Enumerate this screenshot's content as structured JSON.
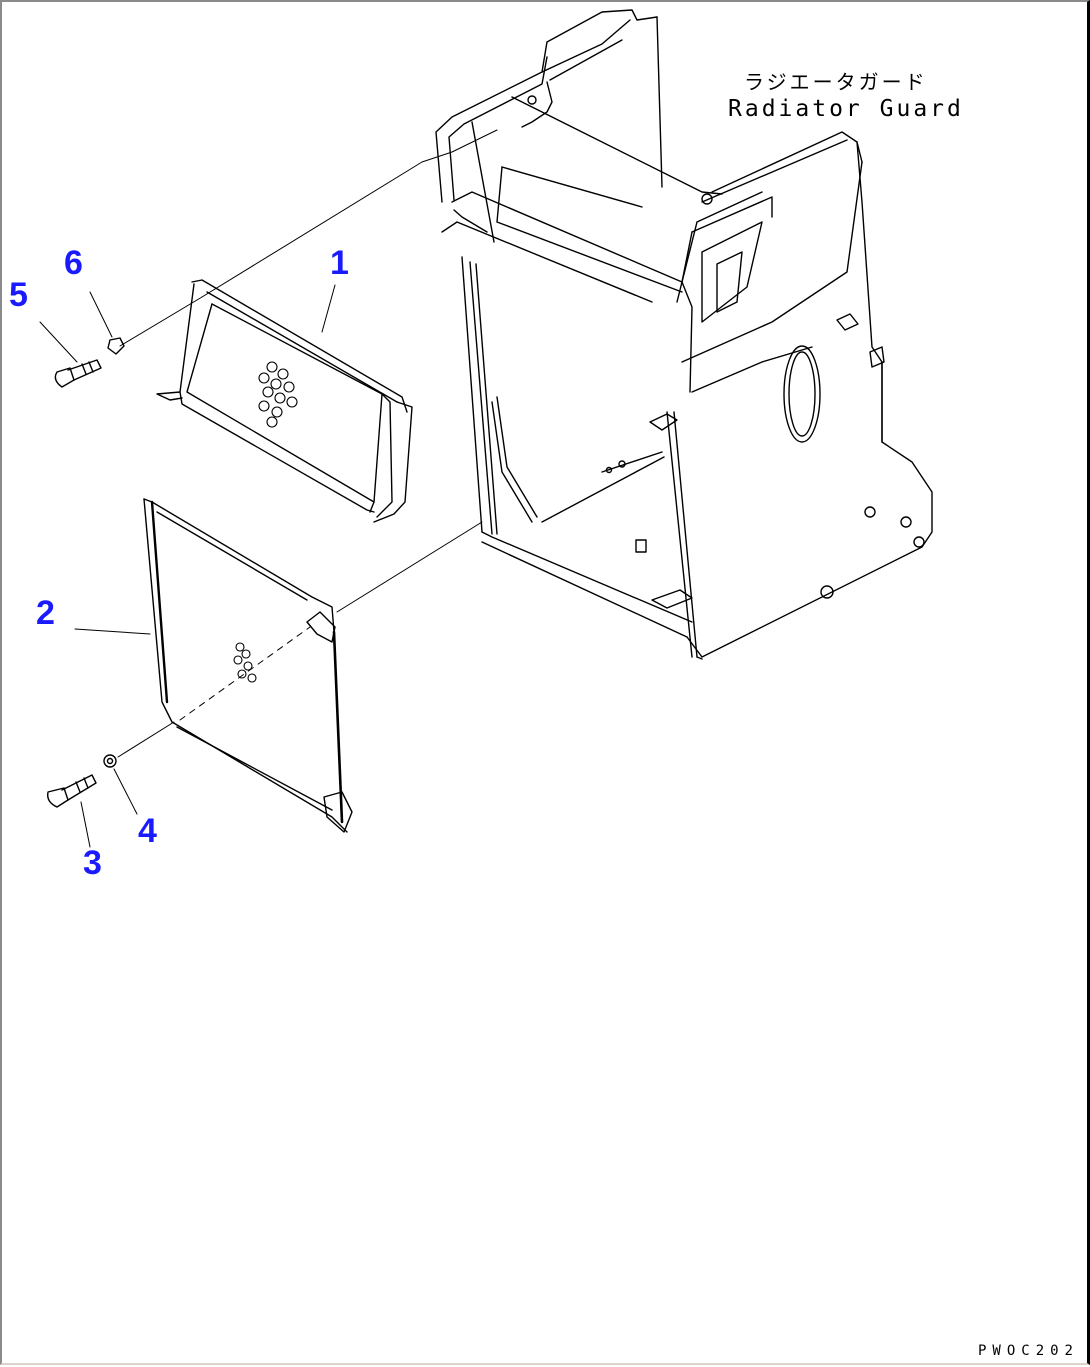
{
  "diagram": {
    "type": "exploded parts diagram",
    "assembly": {
      "label_jp": "ラジエータガード",
      "label_en": "Radiator Guard"
    },
    "callouts": [
      {
        "number": "1",
        "part": "upper cover panel"
      },
      {
        "number": "2",
        "part": "lower cover panel"
      },
      {
        "number": "3",
        "part": "bolt"
      },
      {
        "number": "4",
        "part": "washer"
      },
      {
        "number": "5",
        "part": "bolt"
      },
      {
        "number": "6",
        "part": "washer"
      }
    ],
    "drawing_code": "PWOC202",
    "colors": {
      "callout": "#1a1aff",
      "line": "#000000",
      "background": "#ffffff"
    }
  }
}
